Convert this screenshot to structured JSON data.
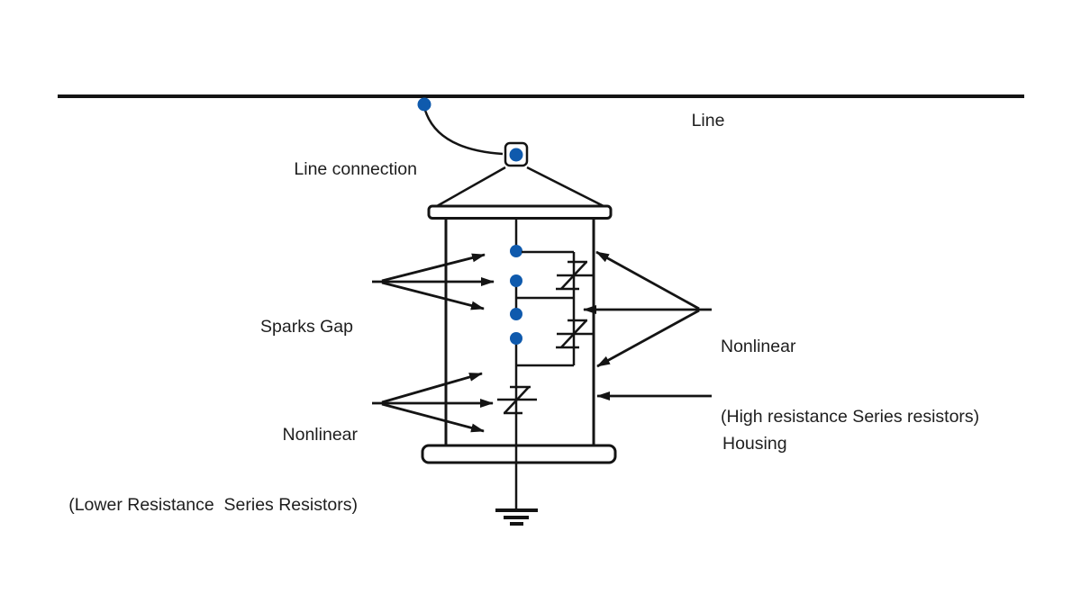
{
  "colors": {
    "stroke": "#141414",
    "terminal_dot_blue": "#0f5aad",
    "text": "#1e1e1e",
    "background": "#ffffff"
  },
  "labels": {
    "line": "Line",
    "line_connection": "Line connection",
    "sparks_gap": "Sparks Gap",
    "nonlinear_high": {
      "line1": "Nonlinear",
      "line2": "(High resistance Series resistors)"
    },
    "nonlinear_low": {
      "line1": "Nonlinear",
      "line2": "(Lower Resistance  Series Resistors)"
    },
    "housing": "Housing"
  },
  "diagram_parts": {
    "spark_gap_dots": 4,
    "grading_resistor_symbols": 2,
    "series_resistor_symbols": 1,
    "ground_bars": 3
  }
}
